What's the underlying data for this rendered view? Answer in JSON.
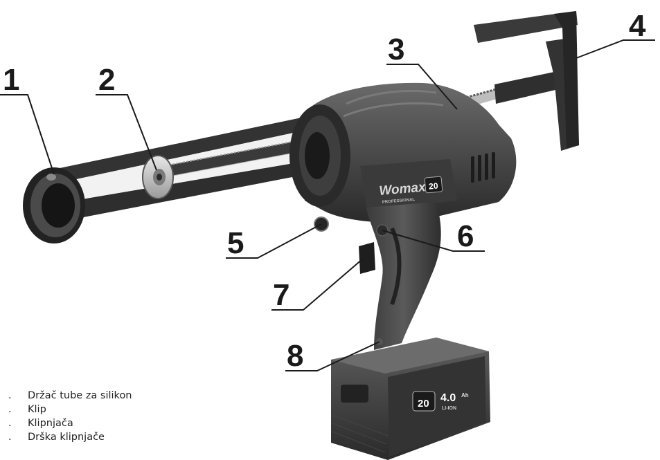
{
  "callouts": [
    "1",
    "2",
    "3",
    "4",
    "5",
    "6",
    "7",
    "8"
  ],
  "brand": {
    "logo_text": "Womax",
    "sub_text": "PROFESSIONAL",
    "badge_voltage": "20",
    "battery_voltage": "20",
    "battery_capacity": "4.0",
    "battery_unit": "Ah",
    "battery_chem": "LI-ION"
  },
  "legend": [
    {
      "marker": ".",
      "text": "Držač tube za silikon"
    },
    {
      "marker": ".",
      "text": "Klip"
    },
    {
      "marker": ".",
      "text": "Klipnjača"
    },
    {
      "marker": ".",
      "text": "Drška klipnjače"
    }
  ],
  "colors": {
    "body_dark": "#2b2b2b",
    "body_mid": "#4a4a4a",
    "body_light": "#6c6c6c",
    "metal": "#c8c8c8",
    "leader": "#1a1a1a"
  }
}
